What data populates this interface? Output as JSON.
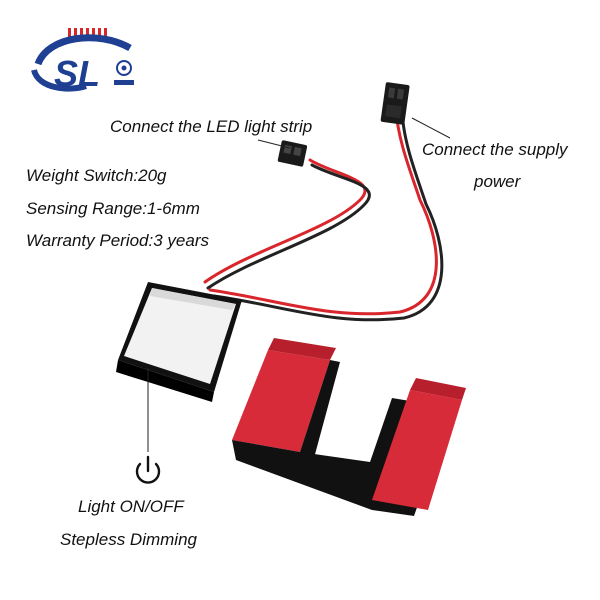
{
  "logo": {
    "text": "SL"
  },
  "labels": {
    "led_strip": "Connect the LED light strip",
    "supply_line1": "Connect the supply",
    "supply_line2": "power",
    "weight": "Weight Switch:20g",
    "range": "Sensing Range:1-6mm",
    "warranty": "Warranty Period:3 years",
    "on_off": "Light ON/OFF",
    "dimming": "Stepless Dimming"
  },
  "colors": {
    "logo_blue": "#1f3f93",
    "logo_red": "#d7262c",
    "wire_red": "#d8262c",
    "tape_red": "#e3303e"
  },
  "icons": {
    "power": "power-icon"
  }
}
